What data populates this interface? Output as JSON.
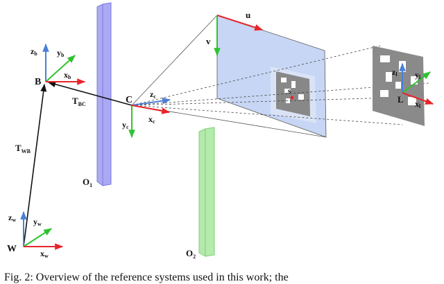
{
  "labels": {
    "W": "W",
    "B": "B",
    "C": "C",
    "L": "L",
    "s": "s",
    "O1": "O",
    "O1_sub": "1",
    "O2": "O",
    "O2_sub": "2",
    "T_BC": "T",
    "T_BC_sub": "BC",
    "T_WB": "T",
    "T_WB_sub": "WB",
    "u": "u",
    "v": "v"
  },
  "axes": {
    "world": {
      "x": "x",
      "x_sub": "w",
      "y": "y",
      "y_sub": "w",
      "z": "z",
      "z_sub": "w"
    },
    "body": {
      "x": "x",
      "x_sub": "b",
      "y": "y",
      "y_sub": "b",
      "z": "z",
      "z_sub": "b"
    },
    "camera": {
      "x": "x",
      "x_sub": "c",
      "y": "y",
      "y_sub": "c",
      "z": "z",
      "z_sub": "c"
    },
    "marker": {
      "x": "x",
      "x_sub": "l",
      "y": "y",
      "y_sub": "l",
      "z": "z",
      "z_sub": "l"
    }
  },
  "colors": {
    "x_axis": "#e8252a",
    "y_axis": "#2fc22f",
    "z_axis": "#4a7fd6",
    "obstacle_1": "#8f8cf0",
    "obstacle_2": "#99e58f",
    "image_plane": "#a9c0ee",
    "marker": "#8a8a8a"
  },
  "caption": "Fig. 2: Overview of the reference systems used in this work; the"
}
